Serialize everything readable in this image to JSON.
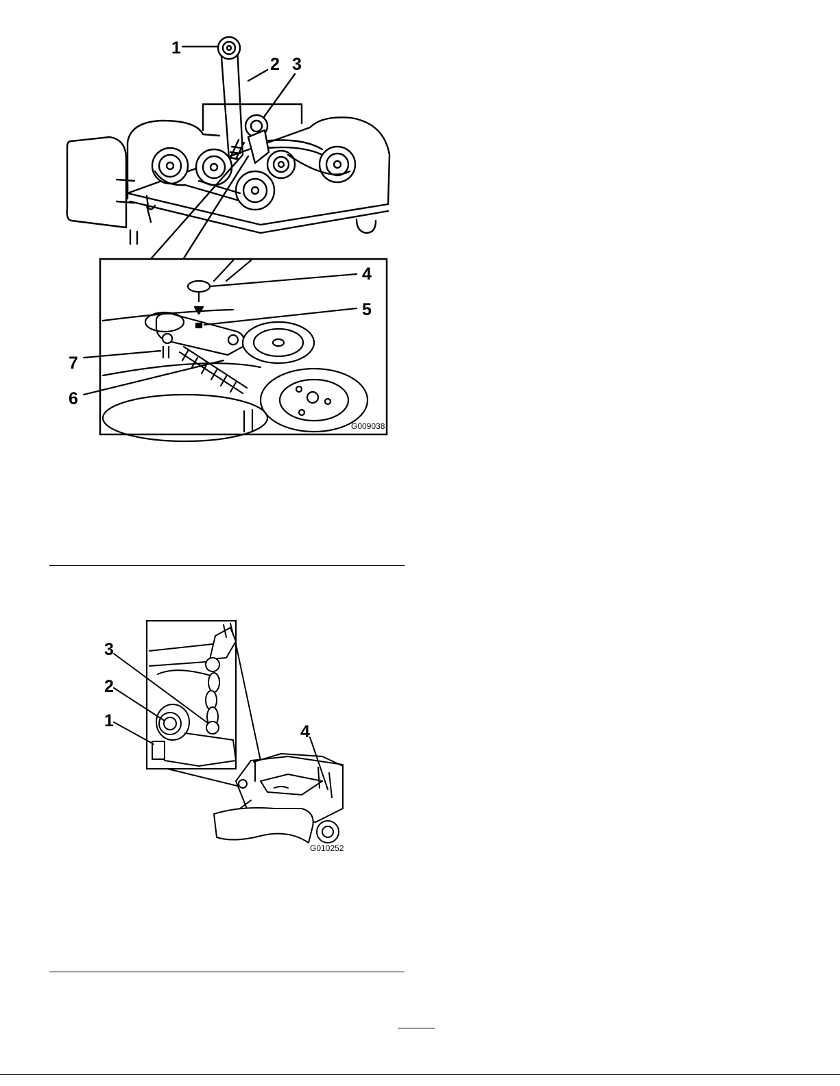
{
  "figure1": {
    "callouts": [
      "1",
      "2",
      "3",
      "4",
      "5",
      "6",
      "7"
    ],
    "code": "G009038"
  },
  "figure2": {
    "callouts": [
      "1",
      "2",
      "3",
      "4"
    ],
    "code": "G010252"
  }
}
